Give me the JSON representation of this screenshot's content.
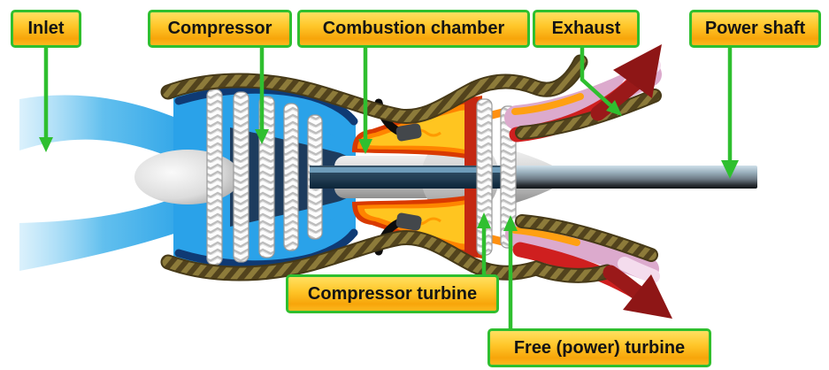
{
  "diagram": {
    "type": "gas-turbine-engine-cutaway",
    "labels": {
      "inlet": "Inlet",
      "compressor": "Compressor",
      "combustion_chamber": "Combustion chamber",
      "exhaust": "Exhaust",
      "power_shaft": "Power shaft",
      "compressor_turbine": "Compressor turbine",
      "free_power_turbine": "Free (power) turbine"
    },
    "colors": {
      "label_background_top": "#ffe061",
      "label_background_bottom": "#f7a50a",
      "label_border_green": "#2fbf2f",
      "leader_line_green": "#2fbf2f",
      "casing_olive": "#8d7b3a",
      "casing_hatch_dark": "#52431d",
      "intake_air_blue": "#1f9ce6",
      "compressor_interior_blue": "#2aa2e9",
      "compressor_navy": "#0f3a74",
      "blade_coil_white": "#fdfdfd",
      "flame_red": "#d93a00",
      "flame_orange": "#ff8400",
      "flame_yellow": "#ffc520",
      "injector_black": "#0d0d0d",
      "exhaust_pink": "#dcaacd",
      "exhaust_arrow_red": "#9a1919",
      "shaft_silver": "#9fb6c2",
      "spinner_gray": "#dcdcdc"
    }
  }
}
